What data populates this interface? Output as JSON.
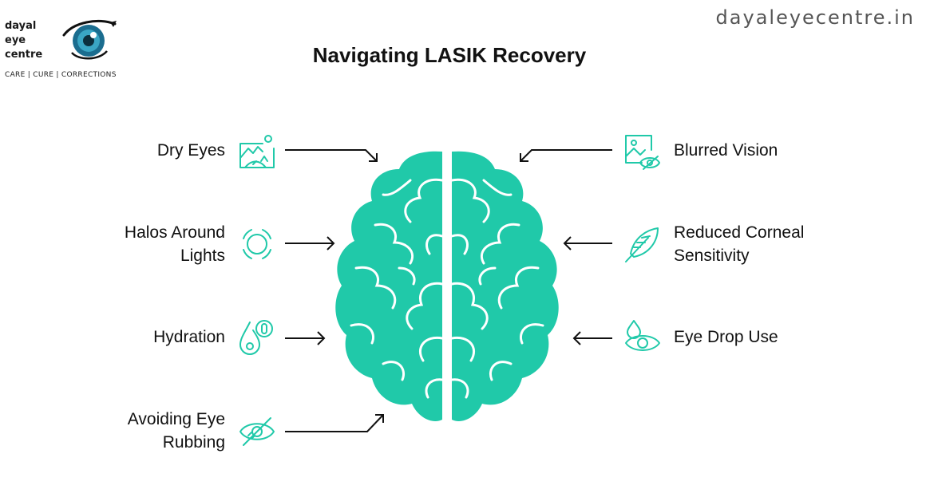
{
  "logo": {
    "line1": "dayal",
    "line2": "eye",
    "line3": "centre",
    "tagline": "CARE | CURE | CORRECTIONS"
  },
  "site": "dayaleyecentre.in",
  "title": "Navigating LASIK Recovery",
  "colors": {
    "accent": "#20c9a9",
    "ink": "#111111",
    "logo_blue": "#1b6d8f"
  },
  "left_items": [
    {
      "lines": [
        "Dry Eyes"
      ],
      "icon": "dry-landscape-icon"
    },
    {
      "lines": [
        "Halos Around",
        "Lights"
      ],
      "icon": "halo-ring-icon"
    },
    {
      "lines": [
        "Hydration"
      ],
      "icon": "water-drop-icon"
    },
    {
      "lines": [
        "Avoiding Eye",
        "Rubbing"
      ],
      "icon": "eye-slash-icon"
    }
  ],
  "right_items": [
    {
      "lines": [
        "Blurred Vision"
      ],
      "icon": "blurred-image-eye-icon"
    },
    {
      "lines": [
        "Reduced Corneal",
        "Sensitivity"
      ],
      "icon": "feather-icon"
    },
    {
      "lines": [
        "Eye Drop Use"
      ],
      "icon": "eye-drop-icon"
    }
  ]
}
